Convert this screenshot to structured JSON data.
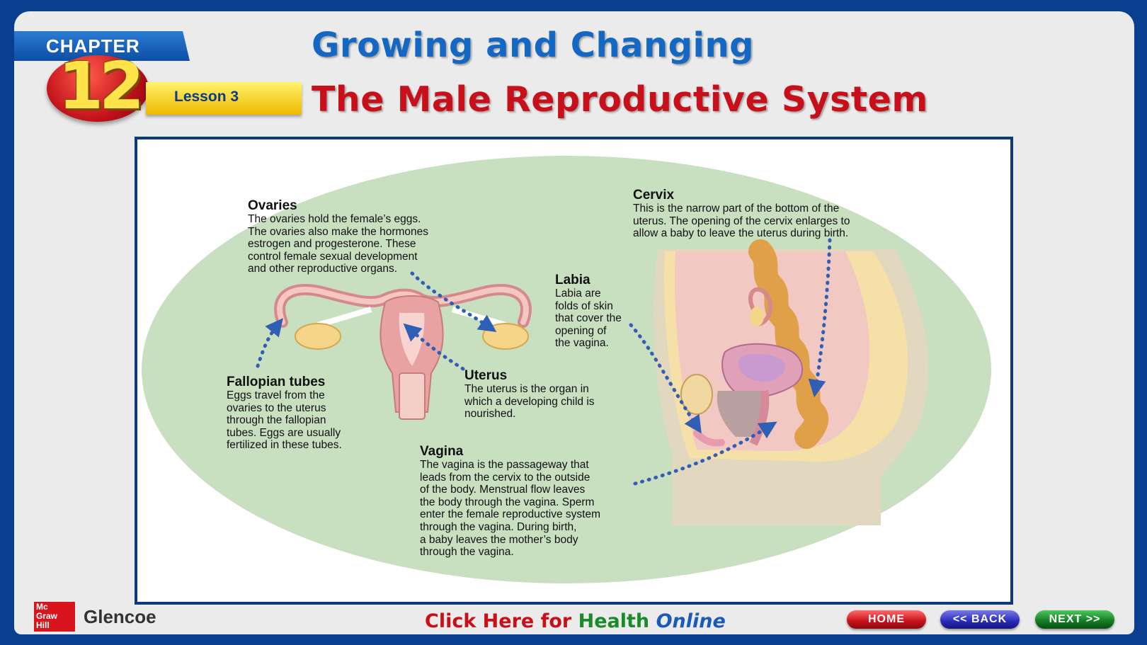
{
  "header": {
    "chapter_label": "CHAPTER",
    "chapter_number": "12",
    "lesson_label": "Lesson 3",
    "title": "Growing and Changing",
    "subtitle": "The Male Reproductive System"
  },
  "diagram": {
    "labels": [
      {
        "id": "ovaries",
        "title": "Ovaries",
        "text": "The ovaries hold the female’s eggs.\nThe ovaries also make the hormones\nestrogen and progesterone. These\ncontrol female sexual development\nand other reproductive organs."
      },
      {
        "id": "cervix",
        "title": "Cervix",
        "text": "This is the narrow part of the bottom of the\nuterus. The opening of the cervix enlarges to\nallow a baby to leave the uterus during birth."
      },
      {
        "id": "labia",
        "title": "Labia",
        "text": "Labia are\nfolds of skin\nthat cover the\nopening of\nthe vagina."
      },
      {
        "id": "fallopian-tubes",
        "title": "Fallopian tubes",
        "text": "Eggs travel from the\novaries to the uterus\nthrough the fallopian\ntubes. Eggs are usually\nfertilized in these tubes."
      },
      {
        "id": "uterus",
        "title": "Uterus",
        "text": "The uterus is the organ in\nwhich a developing child is\nnourished."
      },
      {
        "id": "vagina",
        "title": "Vagina",
        "text": "The vagina is the passageway that\nleads from the cervix to the outside\nof the body. Menstrual flow leaves\nthe body through the vagina. Sperm\nenter the female reproductive system\nthrough the vagina. During birth,\na baby leaves the mother’s body\nthrough the vagina."
      }
    ]
  },
  "footer": {
    "publisher_logo": "Mc\nGraw\nHill",
    "publisher_name": "Glencoe",
    "link_part1": "Click Here for ",
    "link_part2": "Health ",
    "link_part3": "Online",
    "home_label": "HOME",
    "back_label": "<< BACK",
    "next_label": "NEXT >>"
  },
  "colors": {
    "background": "#0a3f8f",
    "oval": "#c8dfc0",
    "dotted_arrow": "#2f5fb5",
    "title_blue": "#1468c4",
    "title_red": "#c8101a"
  }
}
